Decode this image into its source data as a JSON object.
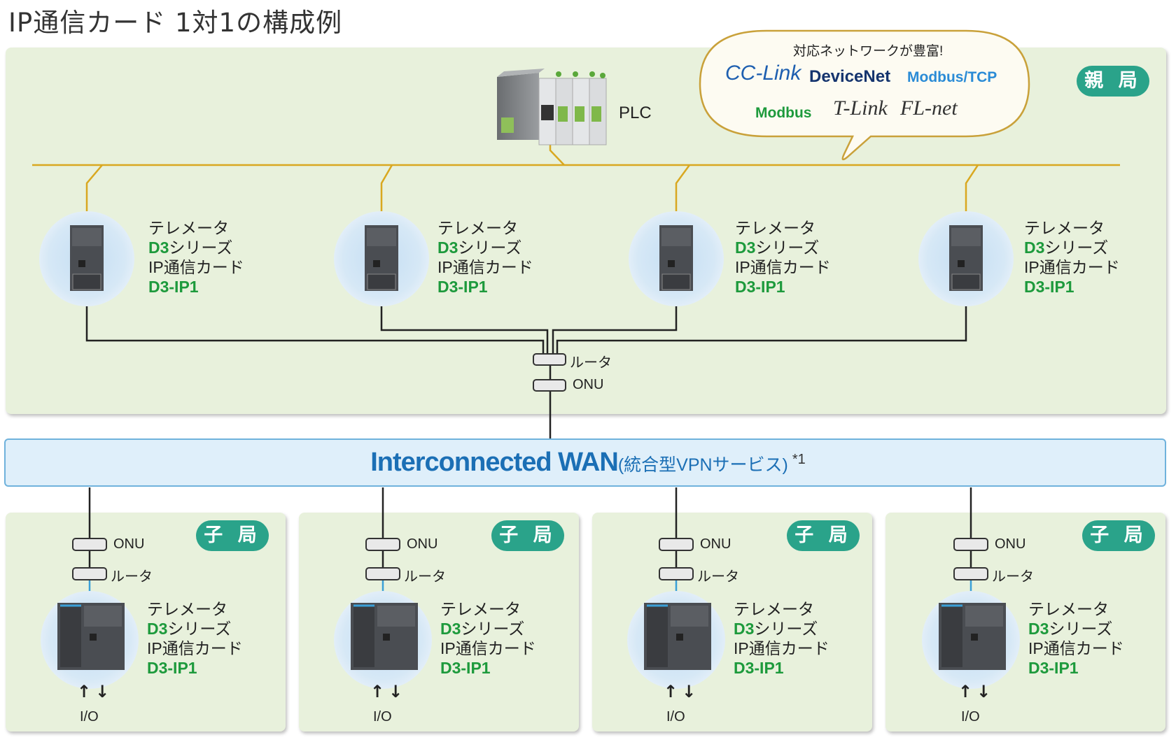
{
  "title": "IP通信カード 1対1の構成例",
  "master": {
    "badge": "親 局",
    "plc_label": "PLC",
    "router_label": "ルータ",
    "onu_label": "ONU",
    "bubble": {
      "heading": "対応ネットワークが豊富!",
      "logos": [
        "CC-Link",
        "DeviceNet",
        "Modbus/TCP",
        "Modbus",
        "T-Link",
        "FL-net"
      ]
    },
    "devices": [
      {
        "line1": "テレメータ",
        "series": "D3",
        "series_suffix": "シリーズ",
        "line3": "IP通信カード",
        "model": "D3-IP1"
      },
      {
        "line1": "テレメータ",
        "series": "D3",
        "series_suffix": "シリーズ",
        "line3": "IP通信カード",
        "model": "D3-IP1"
      },
      {
        "line1": "テレメータ",
        "series": "D3",
        "series_suffix": "シリーズ",
        "line3": "IP通信カード",
        "model": "D3-IP1"
      },
      {
        "line1": "テレメータ",
        "series": "D3",
        "series_suffix": "シリーズ",
        "line3": "IP通信カード",
        "model": "D3-IP1"
      }
    ]
  },
  "wan": {
    "main": "Interconnected WAN",
    "sub": "(統合型VPNサービス)",
    "note": "*1"
  },
  "children": [
    {
      "badge": "子 局",
      "onu": "ONU",
      "router": "ルータ",
      "line1": "テレメータ",
      "series": "D3",
      "series_suffix": "シリーズ",
      "line3": "IP通信カード",
      "model": "D3-IP1",
      "io": "I/O"
    },
    {
      "badge": "子 局",
      "onu": "ONU",
      "router": "ルータ",
      "line1": "テレメータ",
      "series": "D3",
      "series_suffix": "シリーズ",
      "line3": "IP通信カード",
      "model": "D3-IP1",
      "io": "I/O"
    },
    {
      "badge": "子 局",
      "onu": "ONU",
      "router": "ルータ",
      "line1": "テレメータ",
      "series": "D3",
      "series_suffix": "シリーズ",
      "line3": "IP通信カード",
      "model": "D3-IP1",
      "io": "I/O"
    },
    {
      "badge": "子 局",
      "onu": "ONU",
      "router": "ルータ",
      "line1": "テレメータ",
      "series": "D3",
      "series_suffix": "シリーズ",
      "line3": "IP通信カード",
      "model": "D3-IP1",
      "io": "I/O"
    }
  ],
  "colors": {
    "panel_bg": "#e8f1dc",
    "badge": "#2aa38a",
    "accent_green": "#1d9a3c",
    "wan_blue": "#1b6fb5",
    "fieldbus_line": "#d9a820",
    "ethernet_line": "#222222"
  }
}
